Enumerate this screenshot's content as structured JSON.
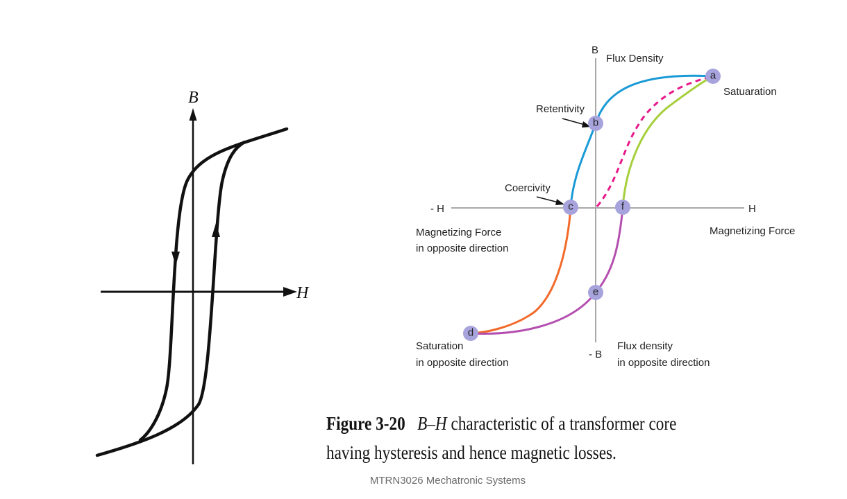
{
  "left_diagram": {
    "axis_y_label": "B",
    "axis_x_label": "H"
  },
  "right_diagram": {
    "axis_top": "B",
    "axis_bottom": "- B",
    "axis_right": "H",
    "axis_left": "- H",
    "flux_density": "Flux Density",
    "saturation": "Satuaration",
    "retentivity": "Retentivity",
    "coercivity": "Coercivity",
    "mag_force_right": "Magnetizing Force",
    "mag_force_left_1": "Magnetizing Force",
    "mag_force_left_2": "in opposite direction",
    "sat_opposite_1": "Saturation",
    "sat_opposite_2": "in opposite direction",
    "flux_opposite_1": "Flux density",
    "flux_opposite_2": "in opposite direction",
    "points": [
      "a",
      "b",
      "c",
      "d",
      "e",
      "f"
    ],
    "colors": {
      "blue": "#1a9ad6",
      "green": "#a6cf3c",
      "magenta_dashed": "#e8198b",
      "orange": "#f26a2a",
      "purple": "#b44fb0",
      "point_fill": "#a7a3dc",
      "axis": "#a8a8a8"
    }
  },
  "caption": {
    "figure": "Figure 3-20",
    "bh": "B–H",
    "line1_rest": "characteristic of a transformer core",
    "line2": "having hysteresis and hence magnetic losses."
  },
  "footer": "MTRN3026 Mechatronic Systems"
}
